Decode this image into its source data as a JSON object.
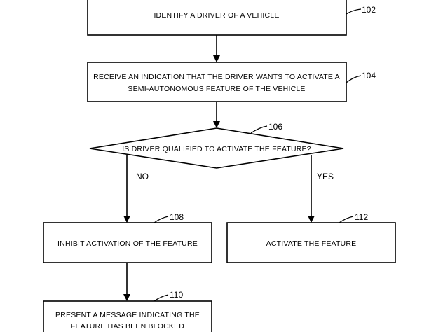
{
  "steps": {
    "s102": {
      "ref": "102",
      "lines": [
        "IDENTIFY A DRIVER OF A VEHICLE"
      ]
    },
    "s104": {
      "ref": "104",
      "lines": [
        "RECEIVE AN INDICATION THAT THE DRIVER WANTS TO ACTIVATE A",
        "SEMI-AUTONOMOUS FEATURE OF THE VEHICLE"
      ]
    },
    "s106": {
      "ref": "106",
      "lines": [
        "IS DRIVER QUALIFIED TO ACTIVATE THE FEATURE?"
      ]
    },
    "s108": {
      "ref": "108",
      "lines": [
        "INHIBIT ACTIVATION OF THE FEATURE"
      ]
    },
    "s110": {
      "ref": "110",
      "lines": [
        "PRESENT A MESSAGE INDICATING THE",
        "FEATURE HAS BEEN BLOCKED"
      ]
    },
    "s112": {
      "ref": "112",
      "lines": [
        "ACTIVATE THE FEATURE"
      ]
    }
  },
  "branches": {
    "no": "NO",
    "yes": "YES"
  }
}
